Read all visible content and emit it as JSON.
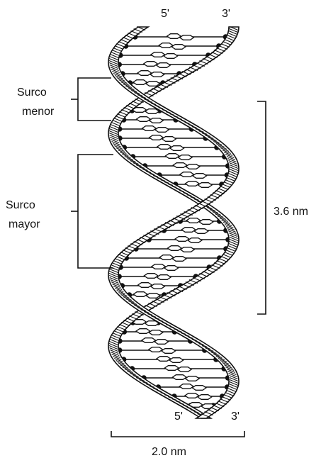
{
  "strand_ends": {
    "top_left": "5'",
    "top_right": "3'",
    "bottom_left": "5'",
    "bottom_right": "3'"
  },
  "grooves": {
    "minor": {
      "line1": "Surco",
      "line2": "menor"
    },
    "major": {
      "line1": "Surco",
      "line2": "mayor"
    }
  },
  "measurements": {
    "pitch": "3.6 nm",
    "diameter": "2.0 nm"
  },
  "colors": {
    "ink": "#111111",
    "background": "#ffffff"
  }
}
